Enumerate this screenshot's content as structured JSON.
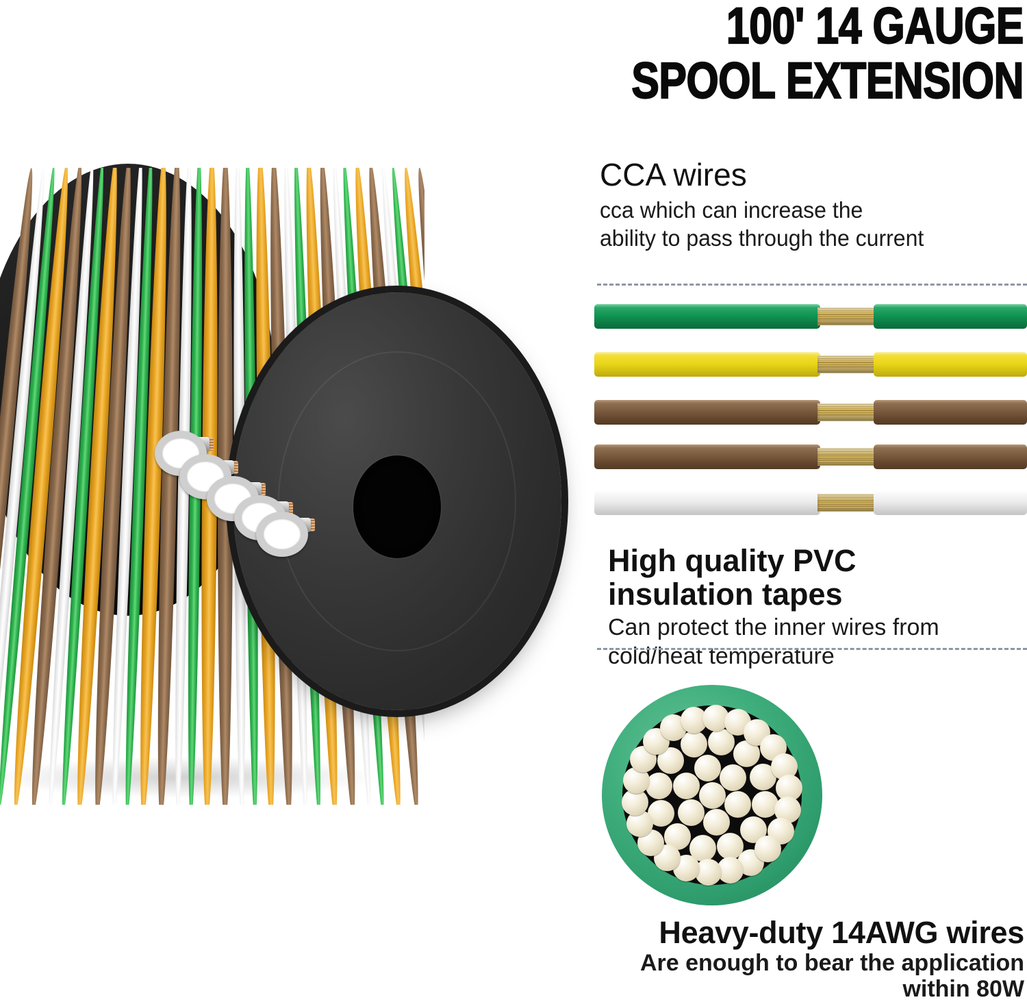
{
  "title": {
    "line1": "100' 14 GAUGE",
    "line2": "SPOOL EXTENSION"
  },
  "features": [
    {
      "id": "cca-wires",
      "heading": "CCA wires",
      "body": "cca which can increase the\nability to pass through the current"
    },
    {
      "id": "pvc-insulation",
      "heading": "High quality PVC\ninsulation tapes",
      "body": "Can protect the inner wires from\ncold/heat temperature"
    },
    {
      "id": "heavy-duty-awg",
      "heading": "Heavy-duty 14AWG wires",
      "body": "Are enough to bear the application\nwithin 80W"
    }
  ],
  "wire_diagram": {
    "label": "five-wire-bundle-with-exposed-copper",
    "wires": [
      {
        "name": "green-wire",
        "color": "#129453"
      },
      {
        "name": "yellow-wire",
        "color": "#ead61a"
      },
      {
        "name": "brown-wire-1",
        "color": "#7a5a3e"
      },
      {
        "name": "brown-wire-2",
        "color": "#7a5a3e"
      },
      {
        "name": "white-wire",
        "color": "#ececec"
      }
    ],
    "conductor_color": "#c9a227"
  },
  "cross_section": {
    "label": "stranded-conductor-cross-section",
    "jacket_color": "#2f9d6d",
    "strand_color": "#e3d9bd",
    "strand_count": 41
  },
  "spool": {
    "label": "wire-spool",
    "flange_color": "#2c2c2c",
    "coil_colors": [
      "#8a6a4d",
      "#f2f2f2",
      "#2fb24f",
      "#e8a321"
    ],
    "terminal_count": 5,
    "terminal_color": "#cfcfcf"
  },
  "colors": {
    "background": "#ffffff",
    "text": "#111111",
    "divider": "#8d96a6",
    "accent_green": "#2f9d6d"
  }
}
